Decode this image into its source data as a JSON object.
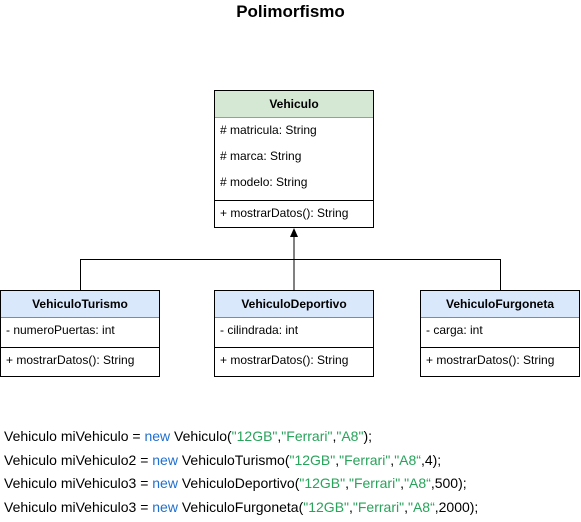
{
  "title": "Polimorfismo",
  "colors": {
    "parent_header": "#d5e8d4",
    "child_header": "#dae8fc",
    "keyword": "#1f6fd0",
    "string": "#27a35a"
  },
  "classes": {
    "vehiculo": {
      "name": "Vehiculo",
      "attributes": [
        "# matricula: String",
        "# marca: String",
        "# modelo: String"
      ],
      "methods": [
        "+ mostrarDatos(): String"
      ]
    },
    "turismo": {
      "name": "VehiculoTurismo",
      "attributes": [
        "- numeroPuertas: int"
      ],
      "methods": [
        "+ mostrarDatos(): String"
      ]
    },
    "deportivo": {
      "name": "VehiculoDeportivo",
      "attributes": [
        "- cilindrada: int"
      ],
      "methods": [
        "+ mostrarDatos(): String"
      ]
    },
    "furgoneta": {
      "name": "VehiculoFurgoneta",
      "attributes": [
        "- carga: int"
      ],
      "methods": [
        "+ mostrarDatos(): String"
      ]
    }
  },
  "code": [
    {
      "pre": "Vehiculo miVehiculo = ",
      "kw": "new",
      "ctor": " Vehiculo(",
      "s1": "\"12GB\"",
      "c1": ",",
      "s2": "\"Ferrari\"",
      "c2": ",",
      "s3": "\"A8\"",
      "post": ");"
    },
    {
      "pre": "Vehiculo miVehiculo2 = ",
      "kw": "new",
      "ctor": " VehiculoTurismo(",
      "s1": "\"12GB\"",
      "c1": ",",
      "s2": "\"Ferrari\"",
      "c2": ",",
      "s3": "\"A8“",
      "post": ",4);"
    },
    {
      "pre": "Vehiculo miVehiculo3 = ",
      "kw": "new",
      "ctor": " VehiculoDeportivo(",
      "s1": "\"12GB\"",
      "c1": ",",
      "s2": "\"Ferrari\"",
      "c2": ",",
      "s3": "\"A8“",
      "post": ",500);"
    },
    {
      "pre": "Vehiculo miVehiculo3 = ",
      "kw": "new",
      "ctor": " VehiculoFurgoneta(",
      "s1": "\"12GB\"",
      "c1": ",",
      "s2": "\"Ferrari\"",
      "c2": ",",
      "s3": "\"A8“",
      "post": ",2000);"
    }
  ]
}
